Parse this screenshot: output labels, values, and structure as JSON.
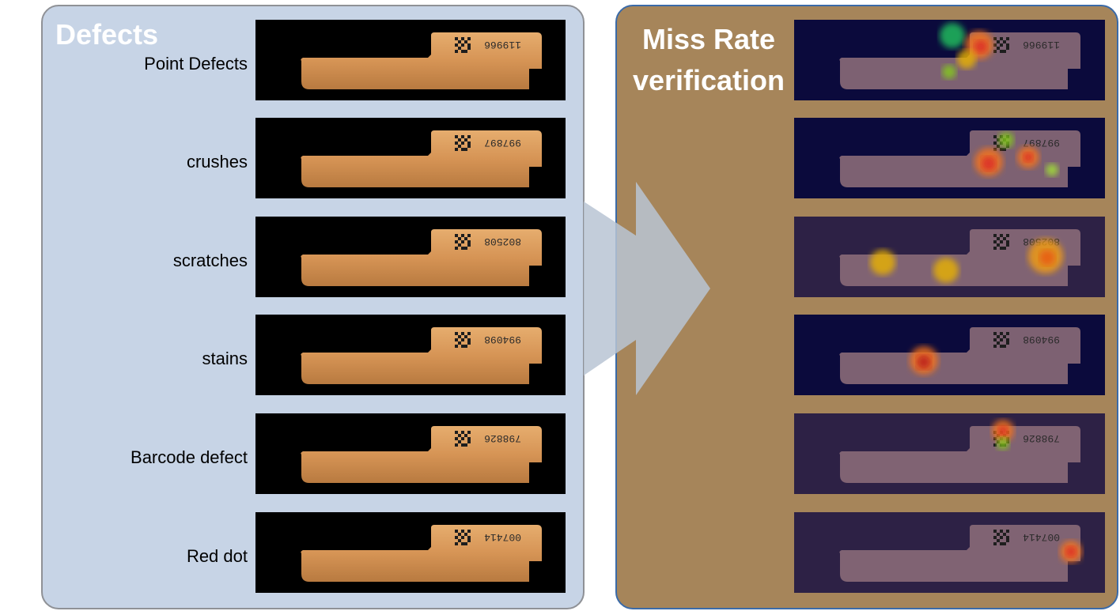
{
  "defects_panel": {
    "title": "Defects"
  },
  "miss_rate_panel": {
    "title_line1": "Miss Rate",
    "title_line2": "verification"
  },
  "colors": {
    "defects_panel_bg": "#c7d4e6",
    "miss_rate_panel_bg": "#a6855a",
    "arrow": "#b8c4d4",
    "part_base": "#d49a5c",
    "heatmap_bg_dark": "#0b0a3c",
    "heatmap_bg_muted": "#2d2145"
  },
  "rows": [
    {
      "label": "Point Defects",
      "serial": "119966",
      "heat_bg": "#0b0a3c"
    },
    {
      "label": "crushes",
      "serial": "997897",
      "heat_bg": "#0b0a3c"
    },
    {
      "label": "scratches",
      "serial": "802508",
      "heat_bg": "#2d2145"
    },
    {
      "label": "stains",
      "serial": "994098",
      "heat_bg": "#0b0a3c"
    },
    {
      "label": "Barcode  defect",
      "serial": "798826",
      "heat_bg": "#2d2145"
    },
    {
      "label": "Red dot",
      "serial": "007414",
      "heat_bg": "#2d2145"
    }
  ]
}
